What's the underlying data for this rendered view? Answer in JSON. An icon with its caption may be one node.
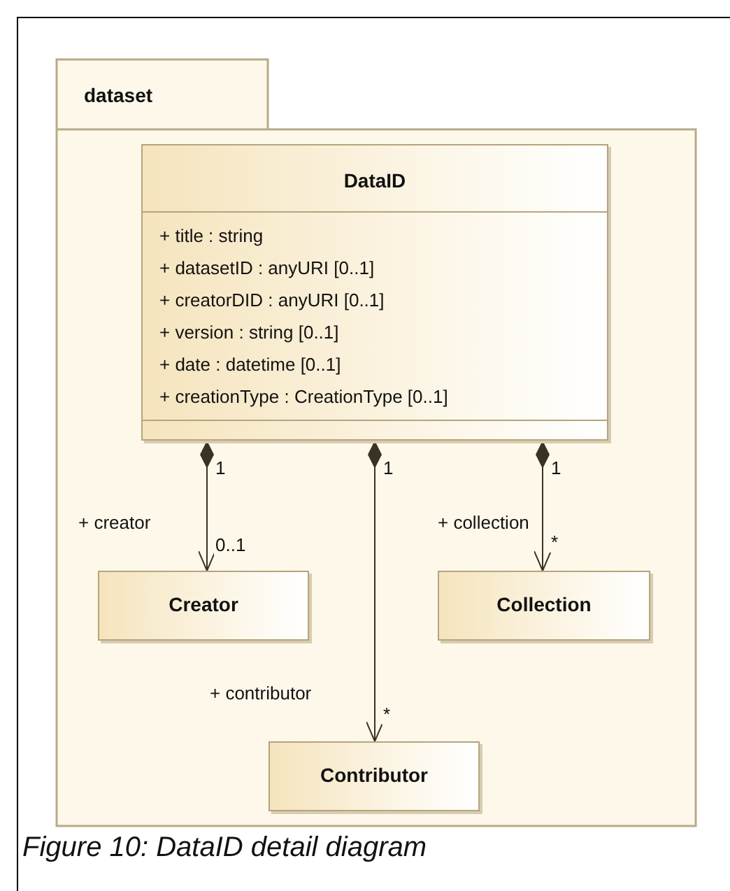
{
  "diagram": {
    "caption": "Figure 10: DataID detail diagram",
    "nodes": [
      {
        "text": [
          "dataset"
        ]
      },
      {
        "text": [
          "DataID",
          "+ title : string",
          "+ datasetID : anyURI [0..1]",
          "+ creatorDID : anyURI [0..1]",
          "+ version : string [0..1]",
          "+ date : datetime [0..1]",
          "+ creationType : CreationType [0..1]"
        ],
        "in": 0
      },
      {
        "text": [
          "Creator"
        ],
        "in": 0
      },
      {
        "text": [
          "Collection"
        ],
        "in": 0
      },
      {
        "text": [
          "Contributor"
        ],
        "in": 0
      }
    ],
    "edges": [
      {
        "from": 1,
        "to": 2,
        "arrow": "to",
        "label": "+ creator"
      },
      {
        "from": 1,
        "to": 3,
        "arrow": "to",
        "label": "+ collection"
      },
      {
        "from": 1,
        "to": 4,
        "arrow": "to",
        "label": "+ contributor"
      }
    ],
    "labels": [
      "1",
      "0..1",
      "1",
      "*",
      "1",
      "*"
    ]
  }
}
